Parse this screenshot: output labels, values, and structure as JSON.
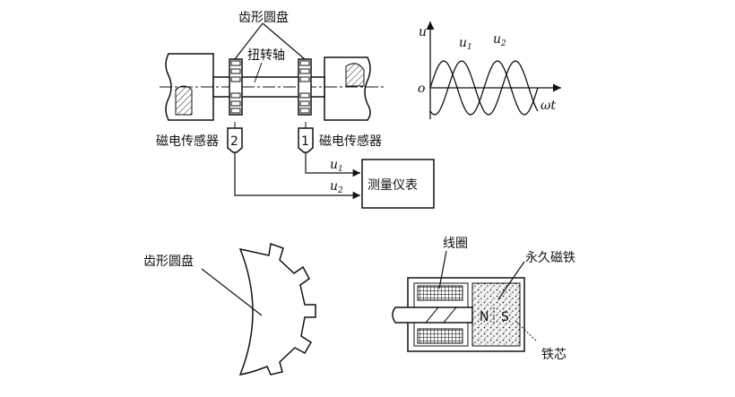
{
  "top_diagram": {
    "gear_disc_label": "齿形圆盘",
    "torsion_shaft_label": "扭转轴",
    "sensor_left_label": "磁电传感器",
    "sensor_right_label": "磁电传感器",
    "sensor_left_number": "2",
    "sensor_right_number": "1",
    "instrument_label": "测量仪表",
    "signal_1_var": "u",
    "signal_1_sub": "1",
    "signal_2_var": "u",
    "signal_2_sub": "2"
  },
  "waveform": {
    "y_axis_label": "u",
    "origin_label": "o",
    "x_axis_label": "ωt",
    "curve_1_var": "u",
    "curve_1_sub": "1",
    "curve_2_var": "u",
    "curve_2_sub": "2"
  },
  "bottom_left": {
    "gear_disc_label": "齿形圆盘"
  },
  "bottom_right": {
    "coil_label": "线圈",
    "magnet_label": "永久磁铁",
    "core_label": "铁芯",
    "pole_n": "N",
    "pole_s": "S"
  }
}
